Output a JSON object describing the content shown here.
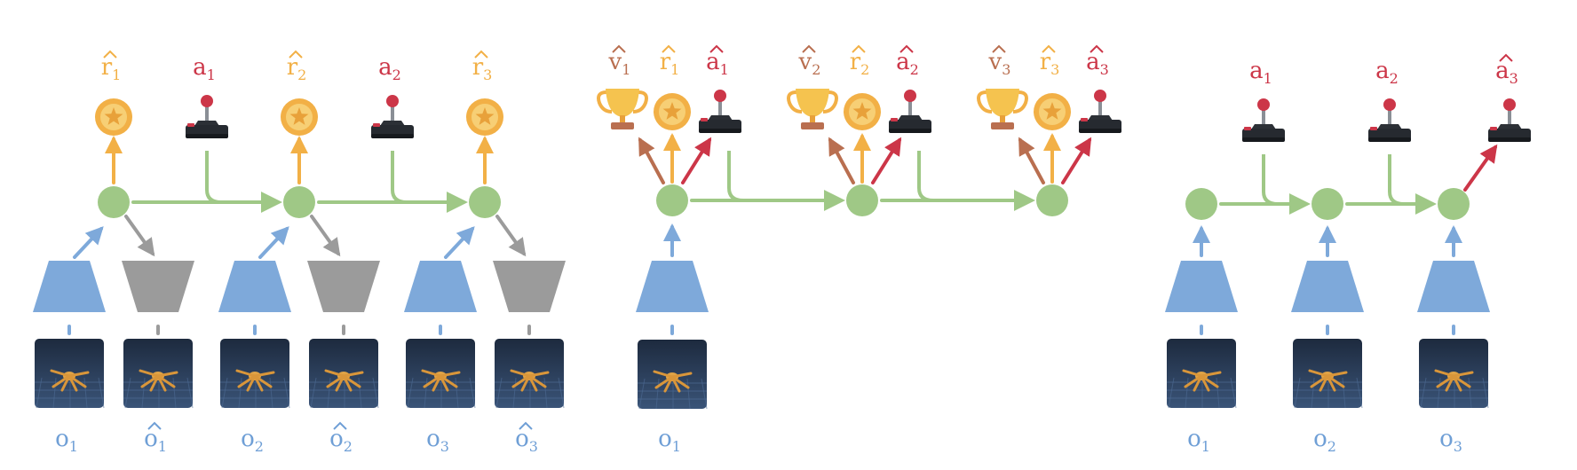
{
  "colors": {
    "blue": "#7ea9da",
    "green": "#9fc886",
    "gray": "#9b9b9b",
    "orange": "#f2b046",
    "red": "#cc3648",
    "brown": "#b96f50",
    "blue_text": "#6f9fd6",
    "frame_bg": "#27364d"
  },
  "icons": {
    "reward": "star-coin-icon",
    "value": "trophy-icon",
    "action": "joystick-icon",
    "observation": "ant-robot-frame-icon"
  },
  "panels": {
    "world_model": {
      "reward_labels": [
        {
          "base": "r",
          "sub": "1"
        },
        {
          "base": "r",
          "sub": "2"
        },
        {
          "base": "r",
          "sub": "3"
        }
      ],
      "action_labels": [
        {
          "base": "a",
          "sub": "1"
        },
        {
          "base": "a",
          "sub": "2"
        }
      ],
      "obs_labels": [
        {
          "base": "o",
          "sub": "1"
        },
        {
          "base": "o",
          "sub": "2"
        },
        {
          "base": "o",
          "sub": "3"
        }
      ],
      "recon_labels": [
        {
          "base": "o",
          "sub": "1"
        },
        {
          "base": "o",
          "sub": "2"
        },
        {
          "base": "o",
          "sub": "3"
        }
      ]
    },
    "imagination": {
      "value_labels": [
        {
          "base": "v",
          "sub": "1"
        },
        {
          "base": "v",
          "sub": "2"
        },
        {
          "base": "v",
          "sub": "3"
        }
      ],
      "reward_labels": [
        {
          "base": "r",
          "sub": "1"
        },
        {
          "base": "r",
          "sub": "2"
        },
        {
          "base": "r",
          "sub": "3"
        }
      ],
      "action_labels": [
        {
          "base": "a",
          "sub": "1"
        },
        {
          "base": "a",
          "sub": "2"
        },
        {
          "base": "a",
          "sub": "3"
        }
      ],
      "obs_labels": [
        {
          "base": "o",
          "sub": "1"
        }
      ]
    },
    "environment": {
      "action_labels": [
        {
          "base": "a",
          "sub": "1"
        },
        {
          "base": "a",
          "sub": "2"
        },
        {
          "base": "a",
          "sub": "3"
        }
      ],
      "obs_labels": [
        {
          "base": "o",
          "sub": "1"
        },
        {
          "base": "o",
          "sub": "2"
        },
        {
          "base": "o",
          "sub": "3"
        }
      ]
    }
  }
}
